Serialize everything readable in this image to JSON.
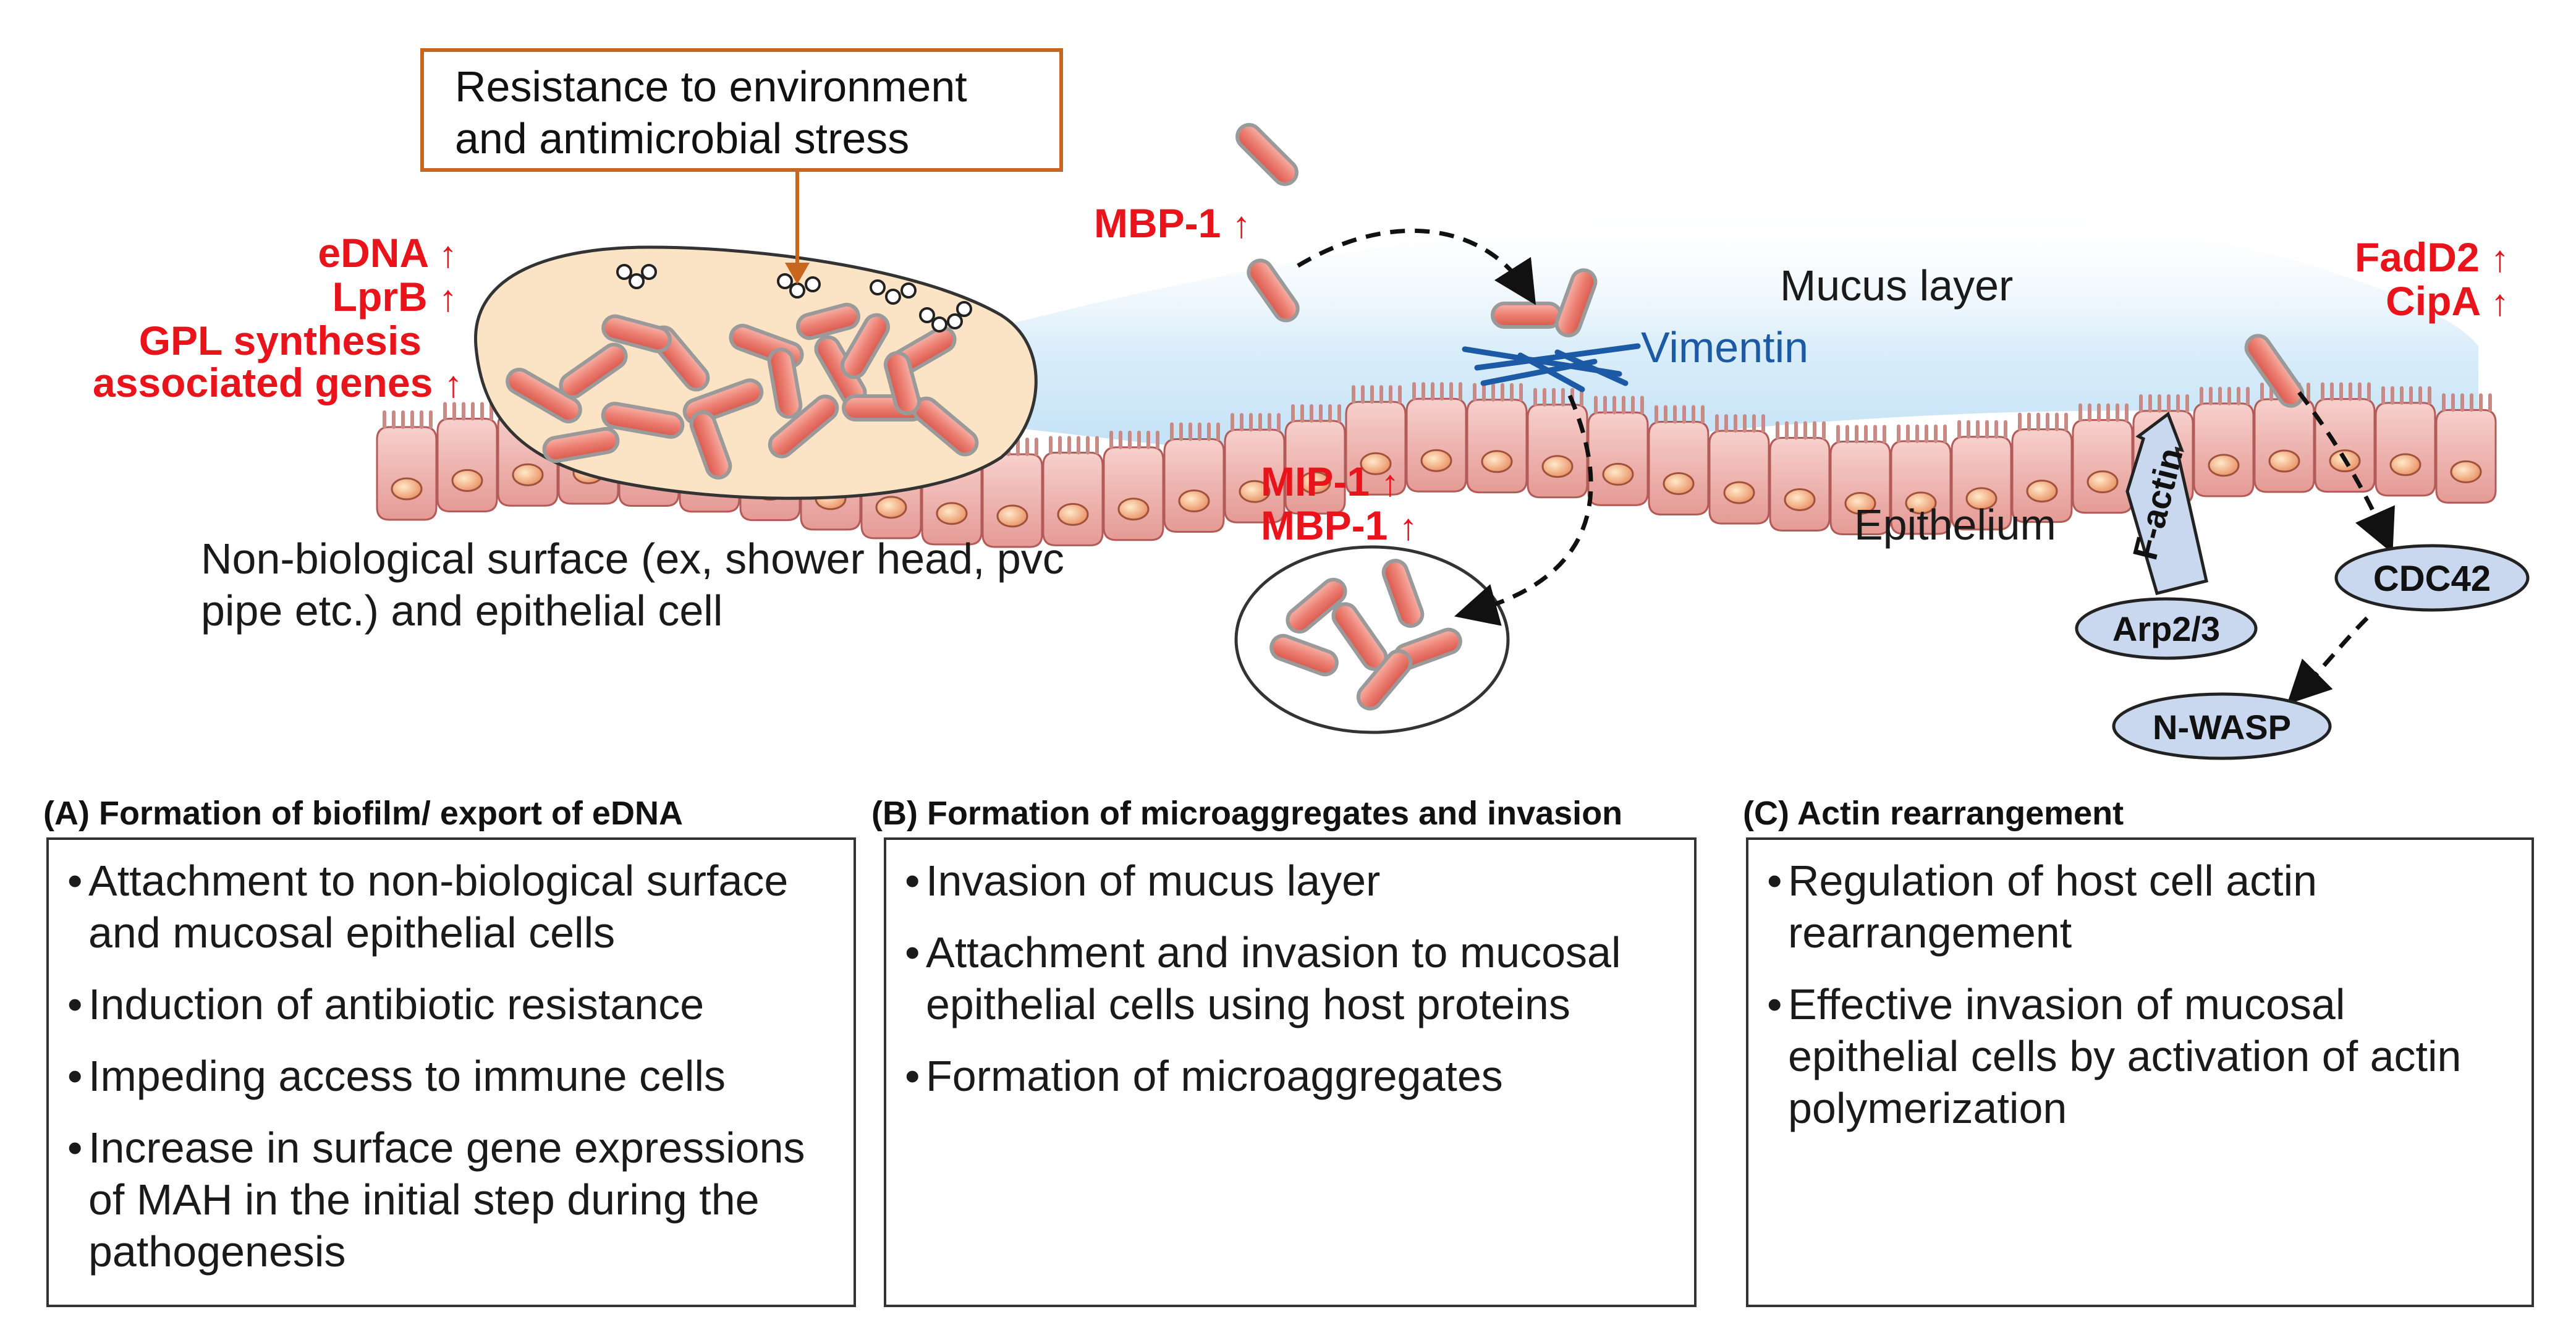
{
  "top_note": {
    "line1": "Resistance to environment",
    "line2": "and antimicrobial stress"
  },
  "left_factors": [
    "eDNA",
    "LprB",
    "GPL synthesis",
    "associated genes"
  ],
  "up_arrow": "↑",
  "mid_factor_top": "MBP-1",
  "mid_factors_low": [
    "MIP-1",
    "MBP-1"
  ],
  "right_factors": [
    "FadD2",
    "CipA"
  ],
  "labels": {
    "mucus": "Mucus layer",
    "vimentin": "Vimentin",
    "epithelium": "Epithelium",
    "surface_line1": "Non-biological surface (ex, shower head, pvc",
    "surface_line2": "pipe etc.) and epithelial cell",
    "f_actin": "F-actin",
    "arp": "Arp2/3",
    "cdc42": "CDC42",
    "nwasp": "N-WASP"
  },
  "colors": {
    "accent_red": "#e8131b",
    "note_border": "#c8651f",
    "vimentin_blue": "#1c5aa6",
    "cell_pink": "#f2b8b4",
    "biofilm_fill": "#fbe3c5",
    "protein_fill": "#c9d8ee",
    "mucus_blue": "#d7ecfa"
  },
  "panels": [
    {
      "title": "(A) Formation of biofilm/ export of eDNA",
      "items": [
        "Attachment to non-biological surface and mucosal epithelial cells",
        "Induction of antibiotic resistance",
        "Impeding access to immune cells",
        "Increase in surface gene expressions of MAH in the initial step during the pathogenesis"
      ]
    },
    {
      "title": "(B) Formation of microaggregates and invasion",
      "items": [
        "Invasion of mucus layer",
        "Attachment and invasion to mucosal epithelial cells using host proteins",
        "Formation of microaggregates"
      ]
    },
    {
      "title": "(C) Actin rearrangement",
      "items": [
        "Regulation of host cell actin rearrangement",
        "Effective invasion of mucosal epithelial cells by activation of actin polymerization"
      ]
    }
  ]
}
